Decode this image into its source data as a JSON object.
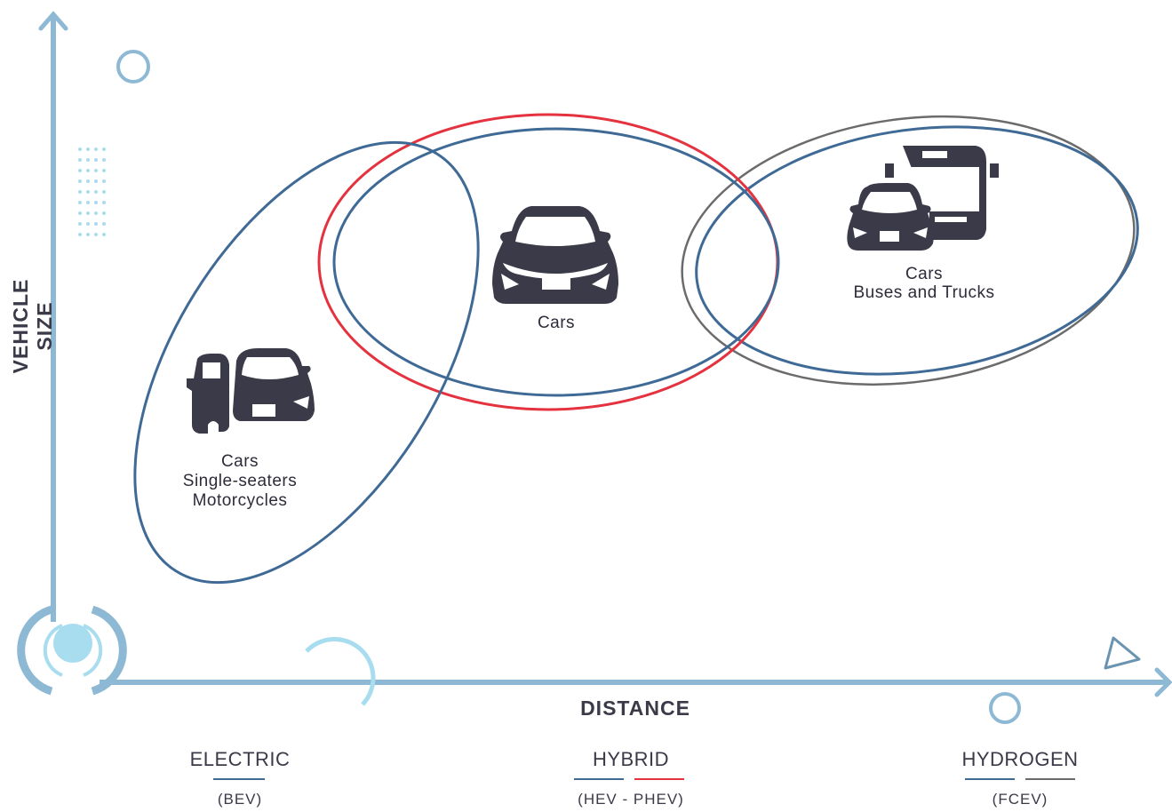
{
  "axes": {
    "y_label": "VEHICLE SIZE",
    "x_label": "DISTANCE"
  },
  "clusters": [
    {
      "id": "left",
      "lines": [
        "Cars",
        "Single-seaters",
        "Motorcycles"
      ],
      "icon": "car-and-single-seater-icon"
    },
    {
      "id": "mid",
      "lines": [
        "Cars"
      ],
      "icon": "car-front-icon"
    },
    {
      "id": "right",
      "lines": [
        "Cars",
        "Buses and Trucks"
      ],
      "icon": "car-and-bus-icon"
    }
  ],
  "legend": [
    {
      "name": "ELECTRIC",
      "sub": "(BEV)",
      "colors": [
        "#3f6a96"
      ]
    },
    {
      "name": "HYBRID",
      "sub": "(HEV - PHEV)",
      "colors": [
        "#3f6a96",
        "#e4323f"
      ]
    },
    {
      "name": "HYDROGEN",
      "sub": "(FCEV)",
      "colors": [
        "#3f6a96",
        "#6b6b6b"
      ]
    }
  ],
  "colors": {
    "axis": "#8db9d4",
    "electric": "#3f6a96",
    "phev": "#e4323f",
    "fcev": "#6b6b6b",
    "icon": "#3a3a48",
    "accent_light": "#a8dcef"
  }
}
